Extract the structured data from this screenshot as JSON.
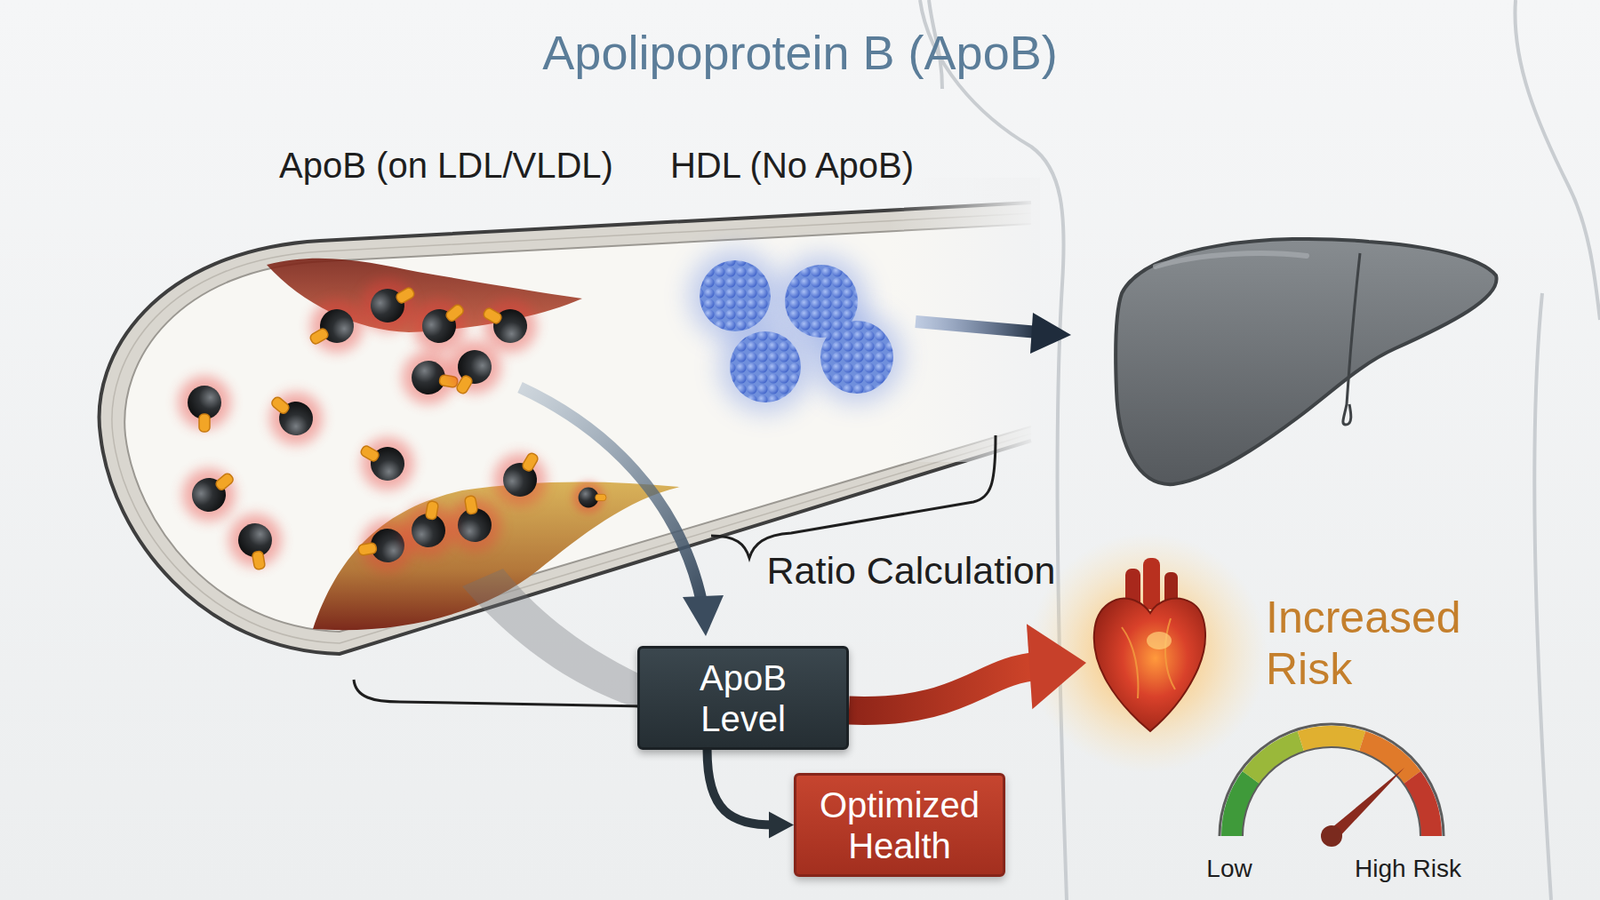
{
  "diagram": {
    "title": "Apolipoprotein B (ApoB)",
    "nodes": [
      {
        "text": [
          "ApoB Level"
        ]
      },
      {
        "text": [
          "Optimized Health"
        ]
      },
      {
        "text": [
          "Increased Risk"
        ]
      }
    ],
    "edges": [
      {
        "from": 0,
        "to": 1,
        "arrow": "to"
      },
      {
        "from": 0,
        "to": 2,
        "arrow": "to"
      }
    ],
    "labels": [
      "ApoB (on LDL/VLDL)",
      "HDL (No ApoB)",
      "Ratio Calculation",
      "Low",
      "High Risk"
    ]
  }
}
